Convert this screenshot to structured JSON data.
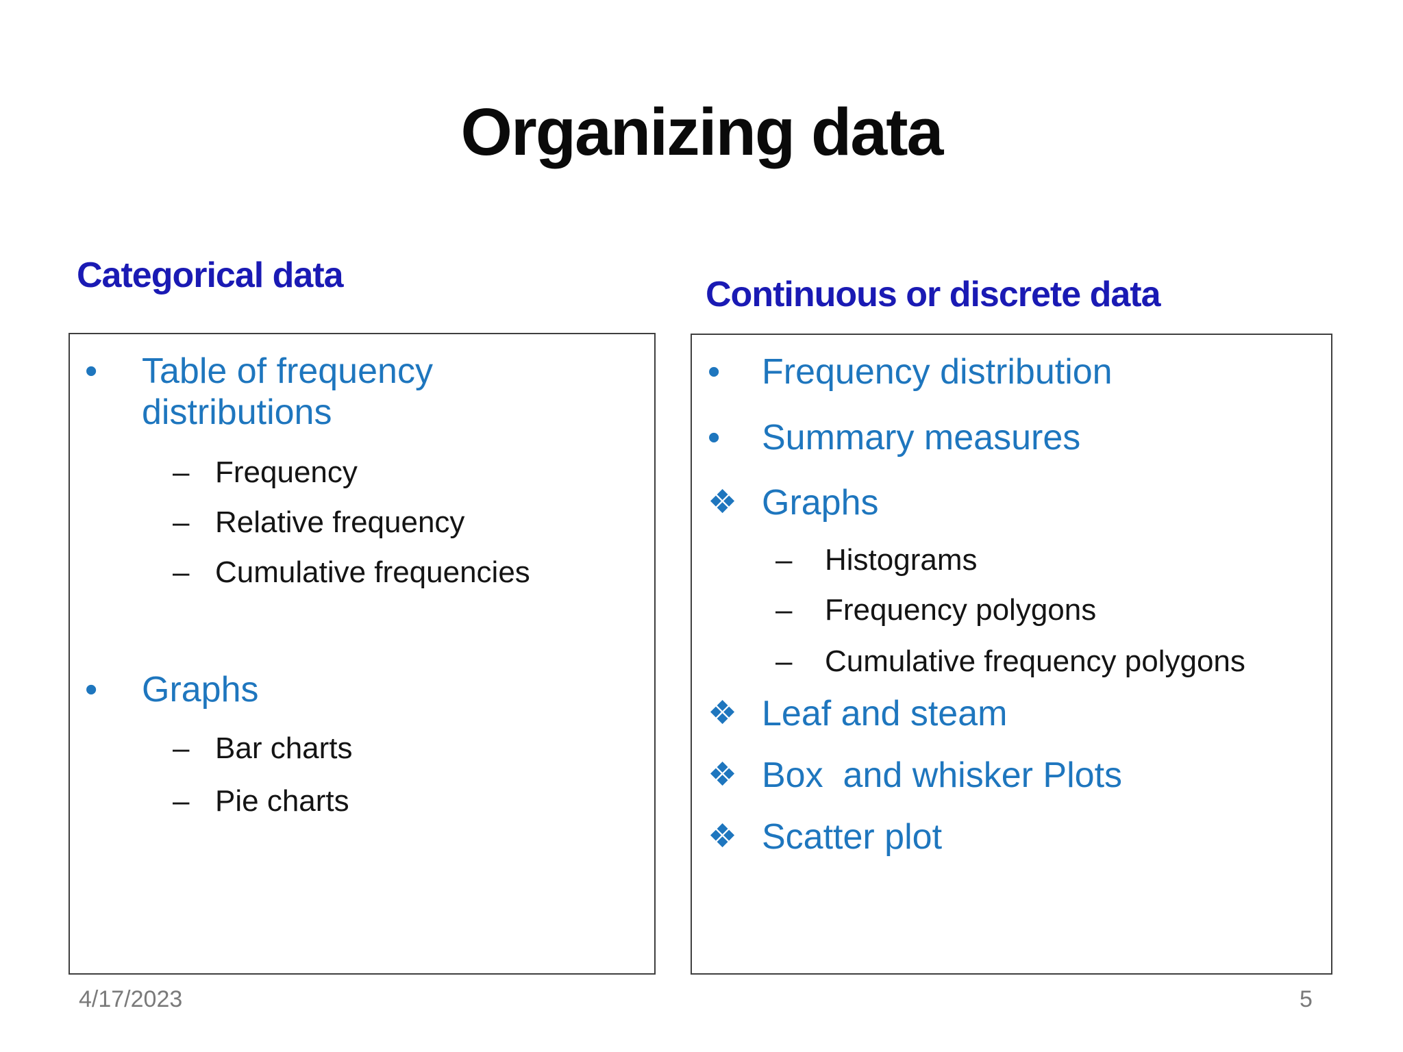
{
  "slide": {
    "title": "Organizing data",
    "footer": {
      "date": "4/17/2023",
      "page_number": "5"
    }
  },
  "colors": {
    "header_blue": "#1A1AB4",
    "item_blue": "#1E76BE",
    "text_black": "#141414",
    "footer_gray": "#7A7A7A",
    "box_border": "#3F3F3F",
    "background": "#FFFFFF"
  },
  "left_panel": {
    "header": "Categorical data",
    "items": [
      {
        "bullet": "•",
        "text": "Table of frequency distributions"
      },
      {
        "bullet": "–",
        "text": "Frequency"
      },
      {
        "bullet": "–",
        "text": "Relative frequency"
      },
      {
        "bullet": "–",
        "text": "Cumulative frequencies"
      },
      {
        "bullet": "•",
        "text": "Graphs"
      },
      {
        "bullet": "–",
        "text": "Bar charts"
      },
      {
        "bullet": "–",
        "text": "Pie charts"
      }
    ]
  },
  "right_panel": {
    "header": "Continuous or discrete data",
    "items": [
      {
        "bullet": "•",
        "text": "Frequency distribution"
      },
      {
        "bullet": "•",
        "text": "Summary measures"
      },
      {
        "bullet": "❖",
        "text": "Graphs"
      },
      {
        "bullet": "–",
        "text": "Histograms"
      },
      {
        "bullet": "–",
        "text": "Frequency polygons"
      },
      {
        "bullet": "–",
        "text": "Cumulative frequency polygons"
      },
      {
        "bullet": "❖",
        "text": "Leaf and steam"
      },
      {
        "bullet": "❖",
        "text": "Box  and whisker Plots"
      },
      {
        "bullet": "❖",
        "text": "Scatter plot"
      }
    ]
  }
}
